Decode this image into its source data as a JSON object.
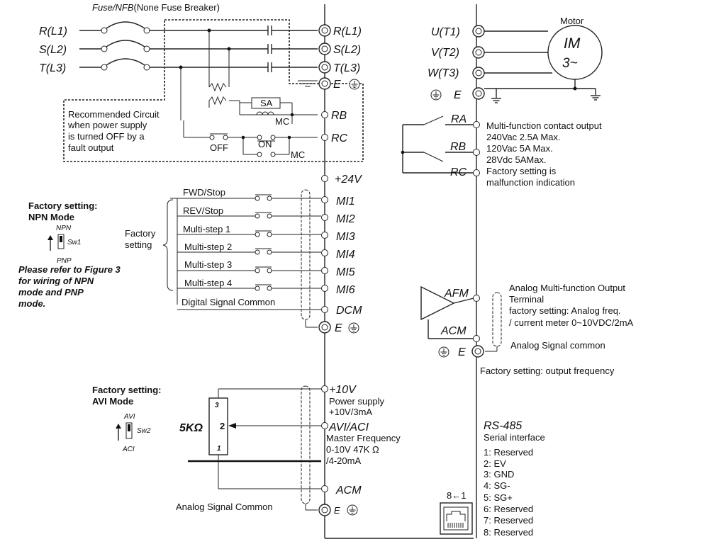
{
  "fuse_label": {
    "italic": "Fuse/NFB",
    "rest": "(None Fuse Breaker)"
  },
  "power_inputs": [
    "R(L1)",
    "S(L2)",
    "T(L3)"
  ],
  "input_terminals": [
    "R(L1)",
    "S(L2)",
    "T(L3)"
  ],
  "ground_terminal": "E",
  "brake_terminals": [
    "RB",
    "RC"
  ],
  "recommended_circuit": [
    "Recommended Circuit",
    " when power supply",
    "is turned OFF by a",
    "fault output"
  ],
  "circuit_parts": {
    "sa": "SA",
    "mc": "MC",
    "off": "OFF",
    "on": "ON",
    "mc2": "MC"
  },
  "motor": {
    "title": "Motor",
    "im": "IM",
    "phase": "3~"
  },
  "output_terminals": [
    "U(T1)",
    "V(T2)",
    "W(T3)"
  ],
  "output_ground": "E",
  "relay": {
    "terminals": [
      "RA",
      "RB",
      "RC"
    ],
    "description": [
      "Multi-function contact output",
      "240Vac 2.5A Max.",
      "120Vac 5A Max.",
      "28Vdc 5AMax.",
      "Factory setting is",
      "malfunction indication"
    ]
  },
  "plus24": "+24V",
  "digital_inputs": [
    {
      "terminal": "MI1",
      "label": "FWD/Stop"
    },
    {
      "terminal": "MI2",
      "label": "REV/Stop"
    },
    {
      "terminal": "MI3",
      "label": "Multi-step 1"
    },
    {
      "terminal": "MI4",
      "label": "Multi-step 2"
    },
    {
      "terminal": "MI5",
      "label": "Multi-step 3"
    },
    {
      "terminal": "MI6",
      "label": "Multi-step 4"
    }
  ],
  "dcm": {
    "terminal": "DCM",
    "label": "Digital Signal Common"
  },
  "factory_setting_brace": [
    "Factory",
    "setting"
  ],
  "npn": {
    "heading": [
      "Factory setting:",
      "NPN Mode"
    ],
    "switch": {
      "top": "NPN",
      "name": "Sw1",
      "bottom": "PNP"
    },
    "note": [
      "Please refer to Figure 3",
      "for wiring of NPN",
      "mode and PNP",
      "mode."
    ]
  },
  "afm": {
    "terminal": "AFM",
    "acm": "ACM",
    "description": [
      "Analog Multi-function Output",
      "Terminal",
      "factory setting: Analog freq.",
      "/ current meter 0~10VDC/2mA"
    ],
    "common": "Analog Signal common",
    "ground": "E",
    "footer": "Factory setting: output frequency"
  },
  "analog_input": {
    "heading": [
      "Factory setting:",
      "AVI Mode"
    ],
    "switch": {
      "top": "AVI",
      "name": "Sw2",
      "bottom": "ACI"
    },
    "pot": "5KΩ",
    "pot_pins": [
      "3",
      "2",
      "1"
    ],
    "plus10v": "+10V",
    "plus10v_desc": [
      "Power supply",
      "+10V/3mA"
    ],
    "avi": "AVI/ACI",
    "avi_desc": [
      "Master Frequency",
      "0-10V 47K   Ω",
      "/4-20mA"
    ],
    "acm": "ACM",
    "common": "Analog Signal Common",
    "ground": "E"
  },
  "rs485": {
    "title": "RS-485",
    "subtitle": "Serial interface",
    "pins": [
      "1: Reserved",
      "2: EV",
      "3: GND",
      "4: SG-",
      "5: SG+",
      "6: Reserved",
      "7: Reserved",
      "8: Reserved"
    ],
    "connector_label": "8←1"
  }
}
